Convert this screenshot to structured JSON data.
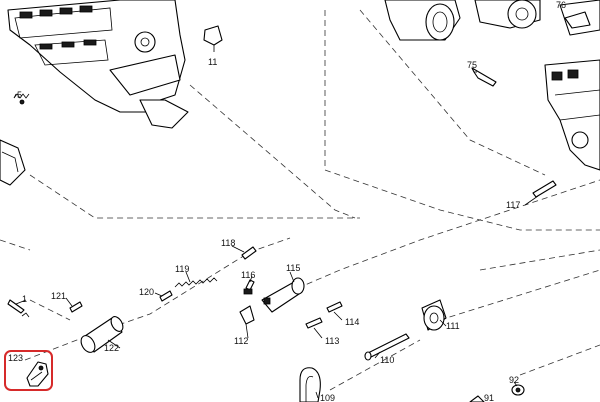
{
  "diagram": {
    "highlight_color": "#d62a2a",
    "labels": {
      "p1": "1",
      "p5": "5",
      "p11": "11",
      "p75": "75",
      "p76": "76",
      "p92": "92",
      "p109": "109",
      "p110": "110",
      "p111": "111",
      "p112": "112",
      "p113": "113",
      "p114": "114",
      "p115": "115",
      "p116": "116",
      "p117": "117",
      "p118": "118",
      "p119": "119",
      "p120": "120",
      "p121": "121",
      "p122": "122",
      "p123": "123",
      "p91": "91"
    }
  }
}
